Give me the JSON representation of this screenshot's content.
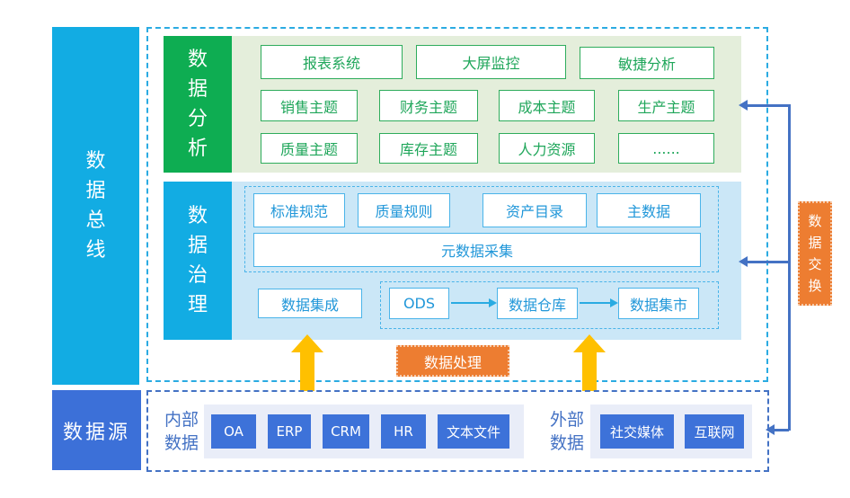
{
  "bus": {
    "label": "数据总线"
  },
  "analysis": {
    "label": "数据分析",
    "row1": [
      "报表系统",
      "大屏监控",
      "敏捷分析"
    ],
    "row2": [
      "销售主题",
      "财务主题",
      "成本主题",
      "生产主题"
    ],
    "row3": [
      "质量主题",
      "库存主题",
      "人力资源",
      "......"
    ]
  },
  "governance": {
    "label": "数据治理",
    "standards": [
      "标准规范",
      "质量规则",
      "资产目录",
      "主数据"
    ],
    "metadata": "元数据采集",
    "integration": "数据集成",
    "pipeline": [
      "ODS",
      "数据仓库",
      "数据集市"
    ]
  },
  "processing": {
    "label": "数据处理"
  },
  "exchange": {
    "label": "数据交换"
  },
  "source": {
    "label": "数据源",
    "internal": {
      "label": "内部数据",
      "items": [
        "OA",
        "ERP",
        "CRM",
        "HR",
        "文本文件"
      ]
    },
    "external": {
      "label": "外部数据",
      "items": [
        "社交媒体",
        "互联网"
      ]
    }
  },
  "colors": {
    "cyan": "#12ACE3",
    "green": "#0EAD52",
    "green_bg": "#E4EEDB",
    "green_border": "#2EAC5C",
    "gov_bg": "#CBE7F7",
    "blue_border": "#4AB4E9",
    "blue_text": "#2197D9",
    "orange": "#ED7D31",
    "yellow": "#FFC000",
    "royal_blue": "#4472C4",
    "button_blue": "#3D72D9",
    "panel_bg": "#E9EDF8"
  }
}
